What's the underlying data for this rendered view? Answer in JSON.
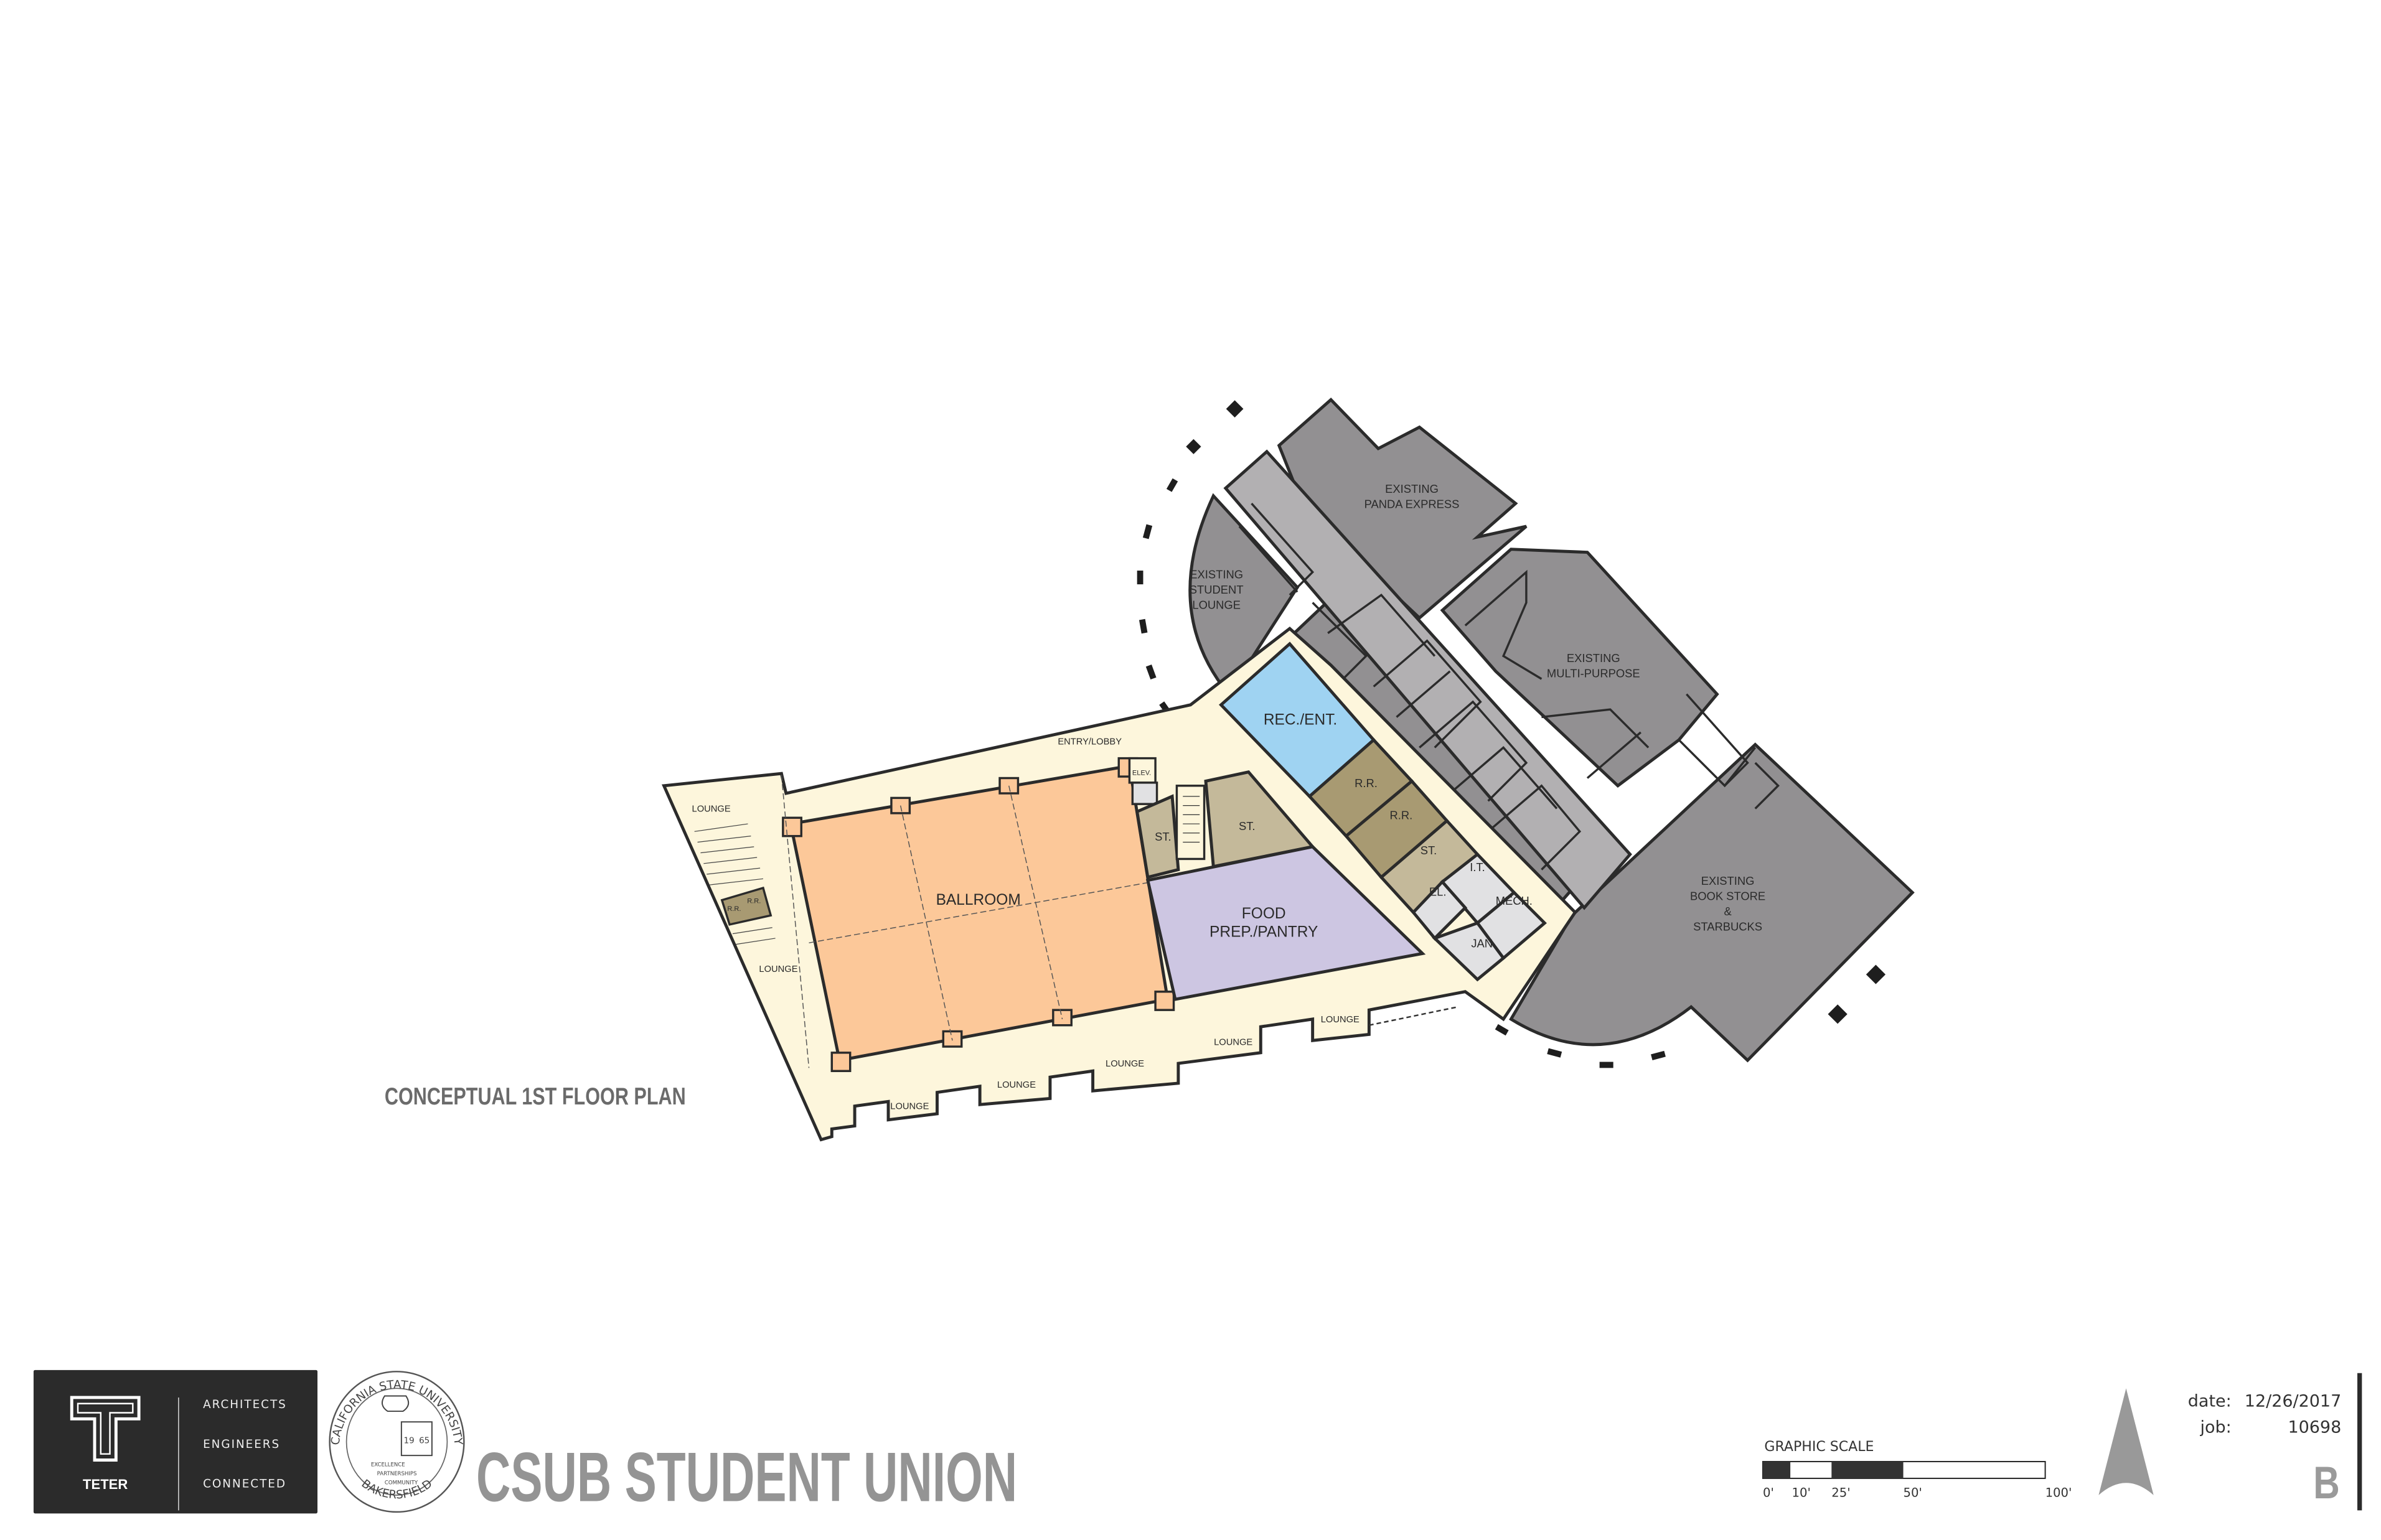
{
  "plan": {
    "title": "CONCEPTUAL 1ST FLOOR PLAN",
    "rooms": {
      "ballroom": "BALLROOM",
      "entry_lobby": "ENTRY/LOBBY",
      "elev": "ELEV.",
      "rec_ent": "REC./ENT.",
      "food_1": "FOOD",
      "food_2": "PREP./PANTRY",
      "st": "ST.",
      "rr": "R.R.",
      "it": "I.T.",
      "el": "EL.",
      "mech": "MECH.",
      "jan": "JAN.",
      "lounge": "LOUNGE"
    },
    "existing": {
      "panda_1": "EXISTING",
      "panda_2": "PANDA EXPRESS",
      "lounge_1": "EXISTING",
      "lounge_2": "STUDENT",
      "lounge_3": "LOUNGE",
      "multi_1": "EXISTING",
      "multi_2": "MULTI-PURPOSE",
      "book_1": "EXISTING",
      "book_2": "BOOK STORE",
      "book_3": "&",
      "book_4": "STARBUCKS"
    },
    "colors": {
      "circulation": "#fdf6dc",
      "ballroom": "#fcc899",
      "rec_ent": "#9fd3f2",
      "food_prep": "#cdc6e2",
      "restroom": "#a89a72",
      "storage": "#c4b99a",
      "service": "#e1e1e3",
      "existing": "#929092",
      "existing_corridor": "#b2b0b2"
    }
  },
  "footer": {
    "firm": {
      "name": "TETER",
      "lines": [
        "ARCHITECTS",
        "ENGINEERS",
        "CONNECTED"
      ]
    },
    "seal": {
      "top": "CALIFORNIA STATE UNIVERSITY",
      "bottom": "BAKERSFIELD",
      "year_1": "19",
      "year_2": "65",
      "mottos": [
        "EXCELLENCE",
        "PARTNERSHIPS",
        "COMMUNITY"
      ]
    },
    "project_title": "CSUB STUDENT UNION",
    "graphic_scale": {
      "label": "GRAPHIC SCALE",
      "ticks": [
        "0'",
        "10'",
        "25'",
        "50'",
        "100'"
      ]
    },
    "date_label": "date:",
    "date": "12/26/2017",
    "job_label": "job:",
    "job": "10698",
    "sheet": "B"
  }
}
